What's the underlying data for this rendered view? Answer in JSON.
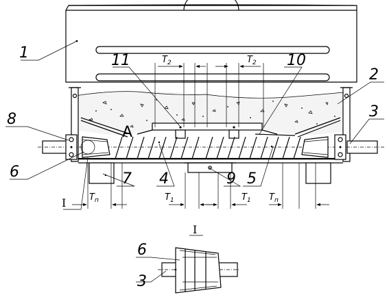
{
  "labels": {
    "p1": "1",
    "p2": "2",
    "p3": "3",
    "p4": "4",
    "p5": "5",
    "p6": "6",
    "p7": "7",
    "p8": "8",
    "p9": "9",
    "p10": "10",
    "p11": "11",
    "a": "A",
    "detail": "I",
    "detail_title": "I",
    "detail_p6": "6",
    "detail_p3": "3"
  },
  "dimensions": {
    "t": "T",
    "t2_sub": "2",
    "t1_sub": "1",
    "tp_sub": "п"
  }
}
